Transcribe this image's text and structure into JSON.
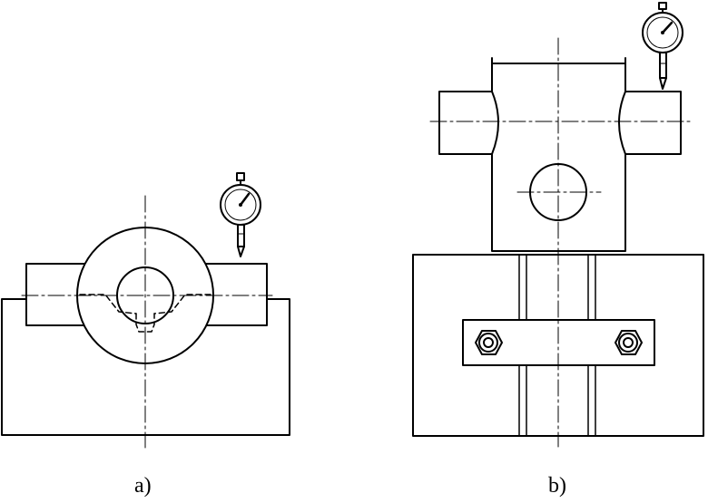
{
  "figure": {
    "captions": {
      "a": "a)",
      "b": "b)"
    },
    "colors": {
      "stroke": "#000000",
      "background": "#ffffff"
    }
  },
  "views": [
    {
      "id": "a",
      "icons": [
        "dial-indicator-icon"
      ]
    },
    {
      "id": "b",
      "icons": [
        "dial-indicator-icon",
        "hex-nut-icon",
        "hex-nut-icon"
      ]
    }
  ]
}
